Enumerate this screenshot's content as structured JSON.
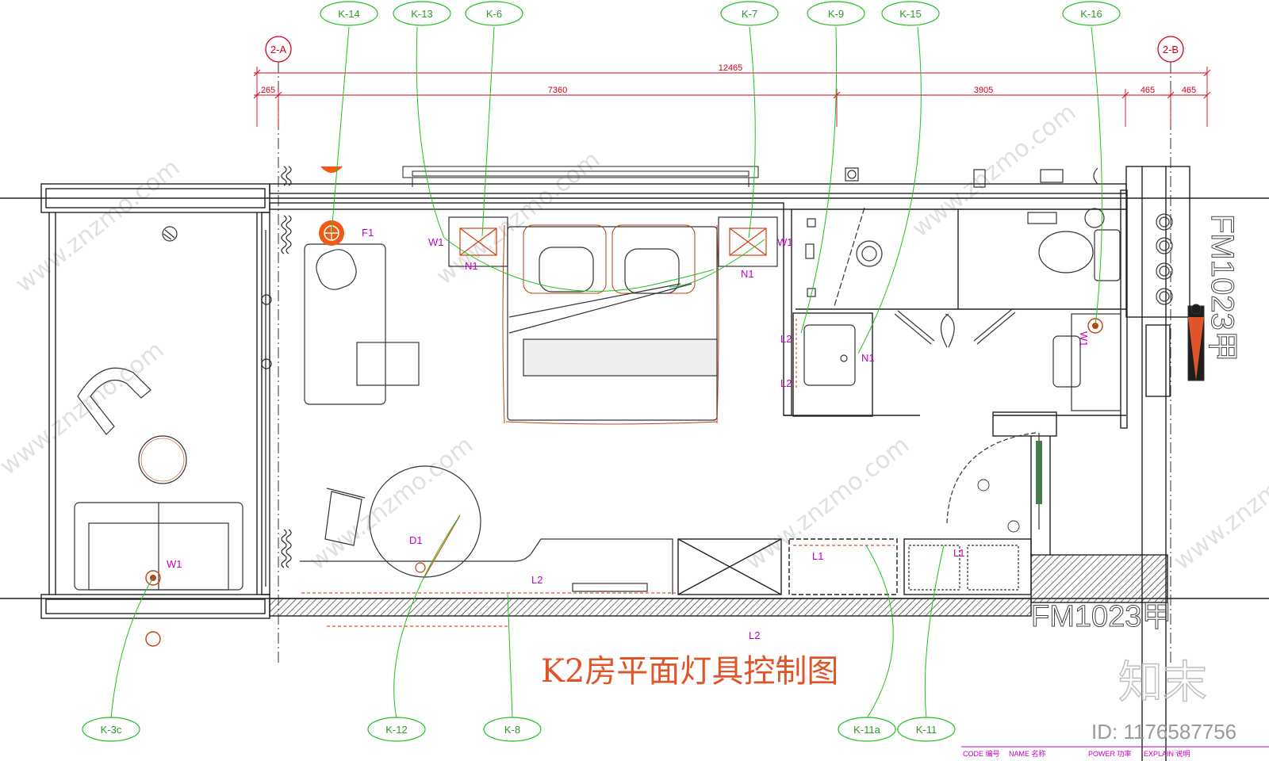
{
  "title": "K2房平面灯具控制图",
  "grid_axes": [
    "2-A",
    "2-B"
  ],
  "dimensions": {
    "total": "12465",
    "segments": [
      "265",
      "7360",
      "3905",
      "465",
      "465"
    ]
  },
  "tags": [
    "K-14",
    "K-13",
    "K-6",
    "K-7",
    "K-9",
    "K-15",
    "K-16",
    "K-3c",
    "K-12",
    "K-8",
    "K-11a",
    "K-11"
  ],
  "fixture_labels": {
    "F1": "F1",
    "W1_left": "W1",
    "N1_left": "N1",
    "N1_right": "N1",
    "W1_right": "W1",
    "L2_a": "L2",
    "L2_b": "L2",
    "N1_bath": "N1",
    "W1_bath": "W1",
    "W1_balcony": "W1",
    "D1": "D1",
    "L2_desk": "L2",
    "L1_a": "L1",
    "L1_b": "L1",
    "L2_bottom": "L2"
  },
  "door_labels": {
    "door_right": "FM1023甲",
    "door_bottom": "FM1023甲"
  },
  "watermark": {
    "logo": "知末",
    "id": "ID: 1176587756",
    "site": "www.znzmo.com"
  },
  "footer": {
    "code": "CODE 编号",
    "name": "NAME 名称",
    "power": "POWER 功率",
    "explain": "EXPLAIN 说明"
  },
  "colors": {
    "wall": "#222222",
    "furniture": "#333333",
    "dimension": "#d4001a",
    "tag_line": "#22c022",
    "fixture_label": "#c400c4",
    "title": "#e0542a",
    "accent_fixture": "#f05a14"
  }
}
